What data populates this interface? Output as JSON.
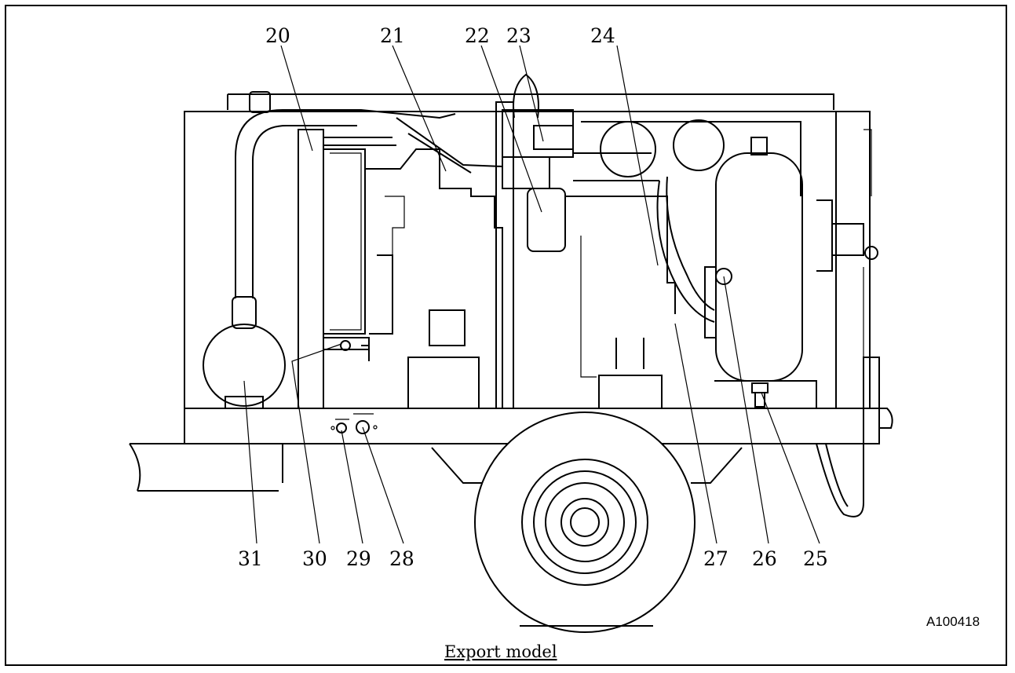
{
  "callouts": [
    {
      "label": "20"
    },
    {
      "label": "21"
    },
    {
      "label": "22"
    },
    {
      "label": "23"
    },
    {
      "label": "24"
    },
    {
      "label": "25"
    },
    {
      "label": "26"
    },
    {
      "label": "27"
    },
    {
      "label": "28"
    },
    {
      "label": "29"
    },
    {
      "label": "30"
    },
    {
      "label": "31"
    }
  ],
  "reference_code": "A100418",
  "caption": "Export model",
  "colors": {
    "line": "#000000",
    "background": "#ffffff"
  }
}
